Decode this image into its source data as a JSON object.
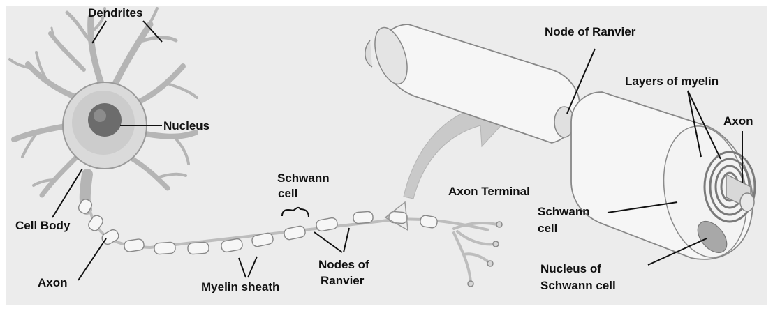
{
  "colors": {
    "panel_bg": "#ececec",
    "cell": "#f6f6f6",
    "cell_shade": "#cfcfcf",
    "outline": "#888888",
    "arrow": "#c9c9c9",
    "leader": "#111111",
    "nucleus": "#6c6c6c"
  },
  "labels": {
    "dendrites": "Dendrites",
    "nucleus": "Nucleus",
    "cell_body": "Cell Body",
    "axon_left": "Axon",
    "myelin_sheath": "Myelin sheath",
    "schwann_cell_top_1": "Schwann",
    "schwann_cell_top_2": "cell",
    "nodes_of_ranvier_1": "Nodes of",
    "nodes_of_ranvier_2": "Ranvier",
    "axon_terminal": "Axon Terminal",
    "node_of_ranvier": "Node of Ranvier",
    "layers_of_myelin": "Layers of myelin",
    "axon_right": "Axon",
    "schwann_cell_right_1": "Schwann",
    "schwann_cell_right_2": "cell",
    "nucleus_schwann_1": "Nucleus of",
    "nucleus_schwann_2": "Schwann cell"
  },
  "icons": {
    "curved_arrow": "curved-arrow-icon"
  }
}
